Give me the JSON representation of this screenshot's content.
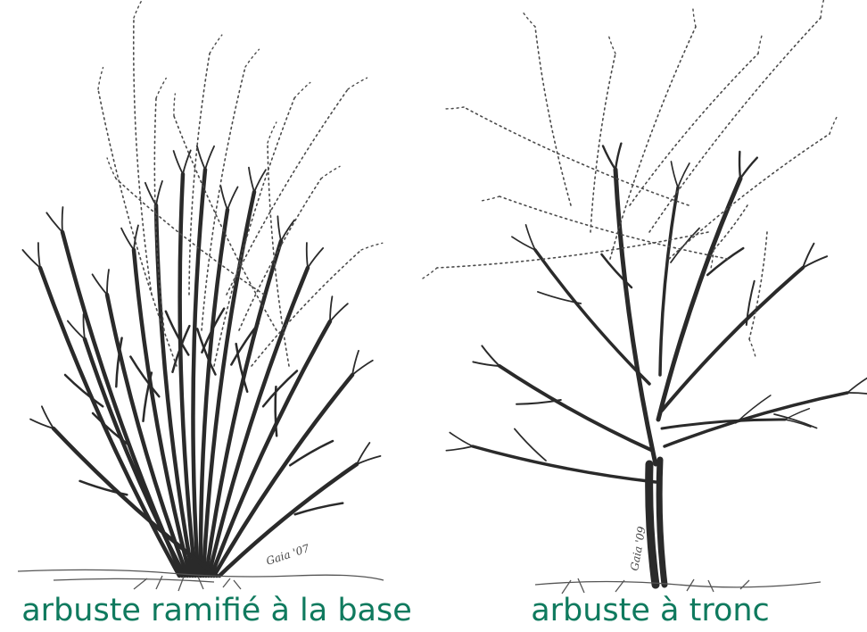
{
  "colors": {
    "background": "#ffffff",
    "caption": "#0f7a5e",
    "ink": "#2a2a2a",
    "ink_dotted": "#4a4a4a"
  },
  "illustrations": [
    {
      "id": "shrub-multi-stem",
      "caption": "arbuste ramifié à la base",
      "signature": "Gaia '07"
    },
    {
      "id": "shrub-with-trunk",
      "caption": "arbuste à tronc",
      "signature": "Gaia '09"
    }
  ]
}
